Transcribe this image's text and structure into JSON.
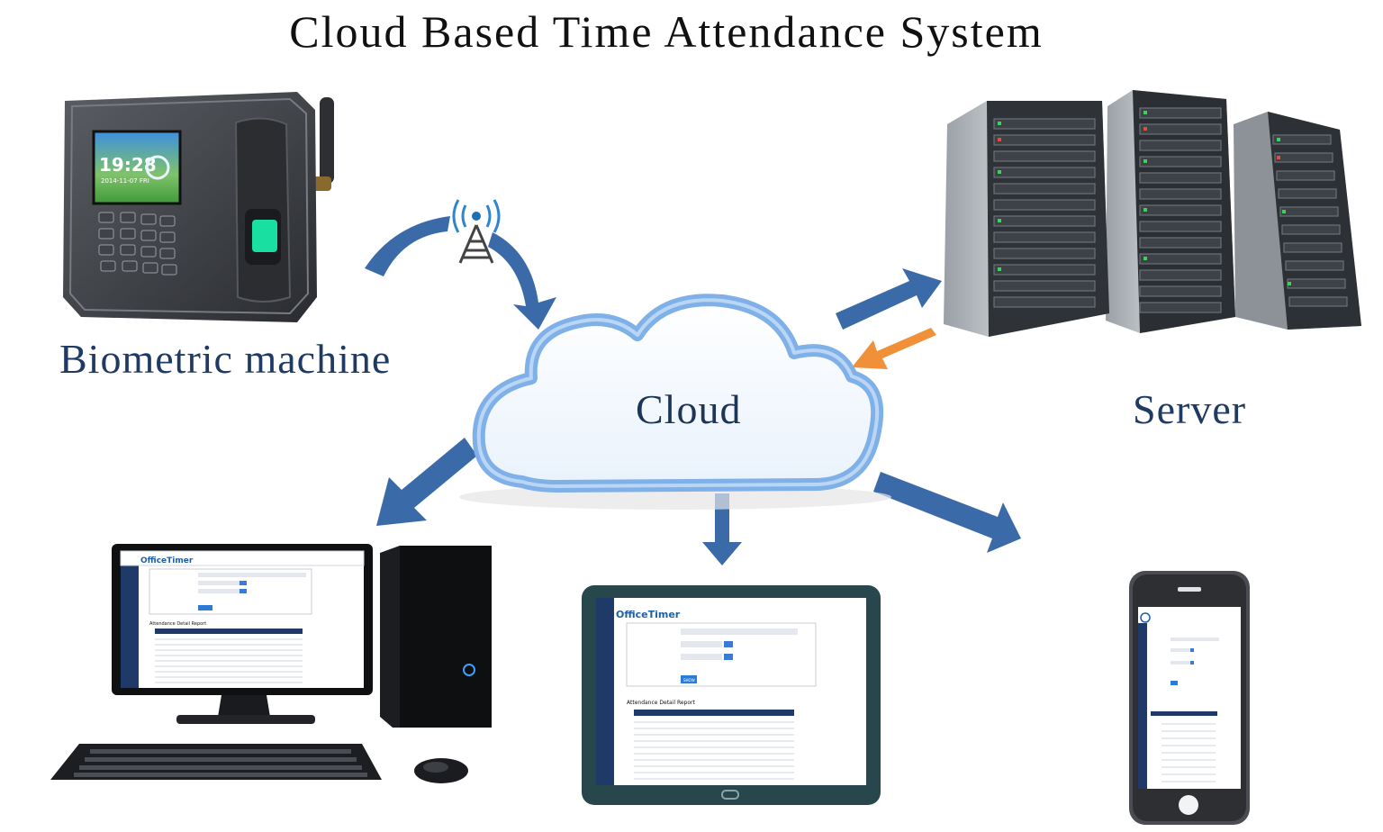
{
  "title": "Cloud Based Time Attendance System",
  "nodes": {
    "biometric": {
      "label": "Biometric machine",
      "clock_time": "19:28",
      "clock_date": "2014-11-07  FRI"
    },
    "cloud": {
      "label": "Cloud"
    },
    "server": {
      "label": "Server"
    }
  },
  "app": {
    "brand": "OfficeTimer",
    "report_title": "Attendance Detail Report",
    "show_button": "SHOW"
  },
  "colors": {
    "arrow_blue": "#3b6aa8",
    "arrow_orange": "#f0913a",
    "label_navy": "#1f3a63",
    "cloud_blue": "#7fb0e8"
  },
  "icons": [
    "antenna-tower-icon",
    "fingerprint-scanner-icon",
    "server-rack-icon",
    "desktop-computer-icon",
    "tablet-icon",
    "smartphone-icon"
  ]
}
